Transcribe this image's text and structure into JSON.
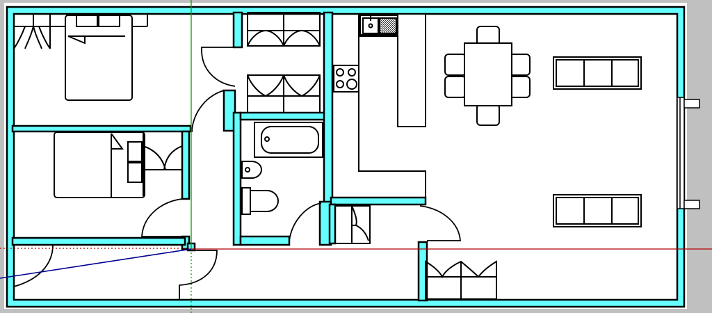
{
  "viewport": {
    "background": "#c0c0c0",
    "paper": "#ffffff"
  },
  "colors": {
    "wall_fill": "#66ffff",
    "line": "#000000",
    "guide_green": "#00a000",
    "guide_red": "#b00000",
    "guide_blue": "#000090"
  },
  "rooms": [
    "bedroom-1",
    "bedroom-2",
    "hallway",
    "wardrobe-closet",
    "bathroom",
    "kitchen",
    "living-dining",
    "entry"
  ],
  "furniture": [
    "double-bed",
    "single-bed",
    "wardrobe",
    "bathtub",
    "washbasin",
    "toilet",
    "stove",
    "kitchen-sink",
    "dining-table",
    "dining-chair",
    "sofa",
    "window"
  ],
  "cad_guides": [
    "green-axis",
    "red-axis",
    "blue-axis"
  ]
}
